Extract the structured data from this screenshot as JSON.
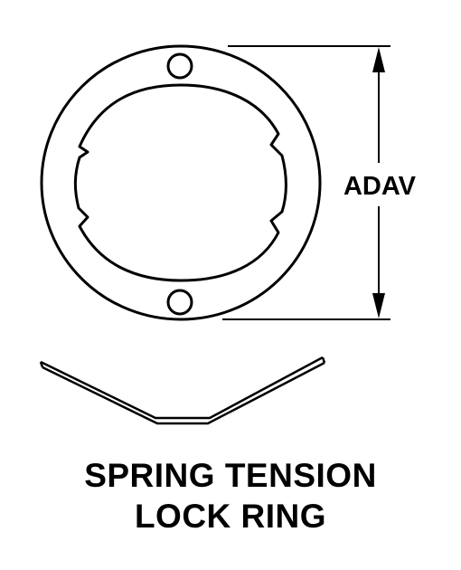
{
  "diagram": {
    "dimension_label": "ADAV",
    "caption_line_1": "SPRING TENSION",
    "caption_line_2": "LOCK RING",
    "stroke_color": "#000000",
    "background_color": "#ffffff"
  }
}
